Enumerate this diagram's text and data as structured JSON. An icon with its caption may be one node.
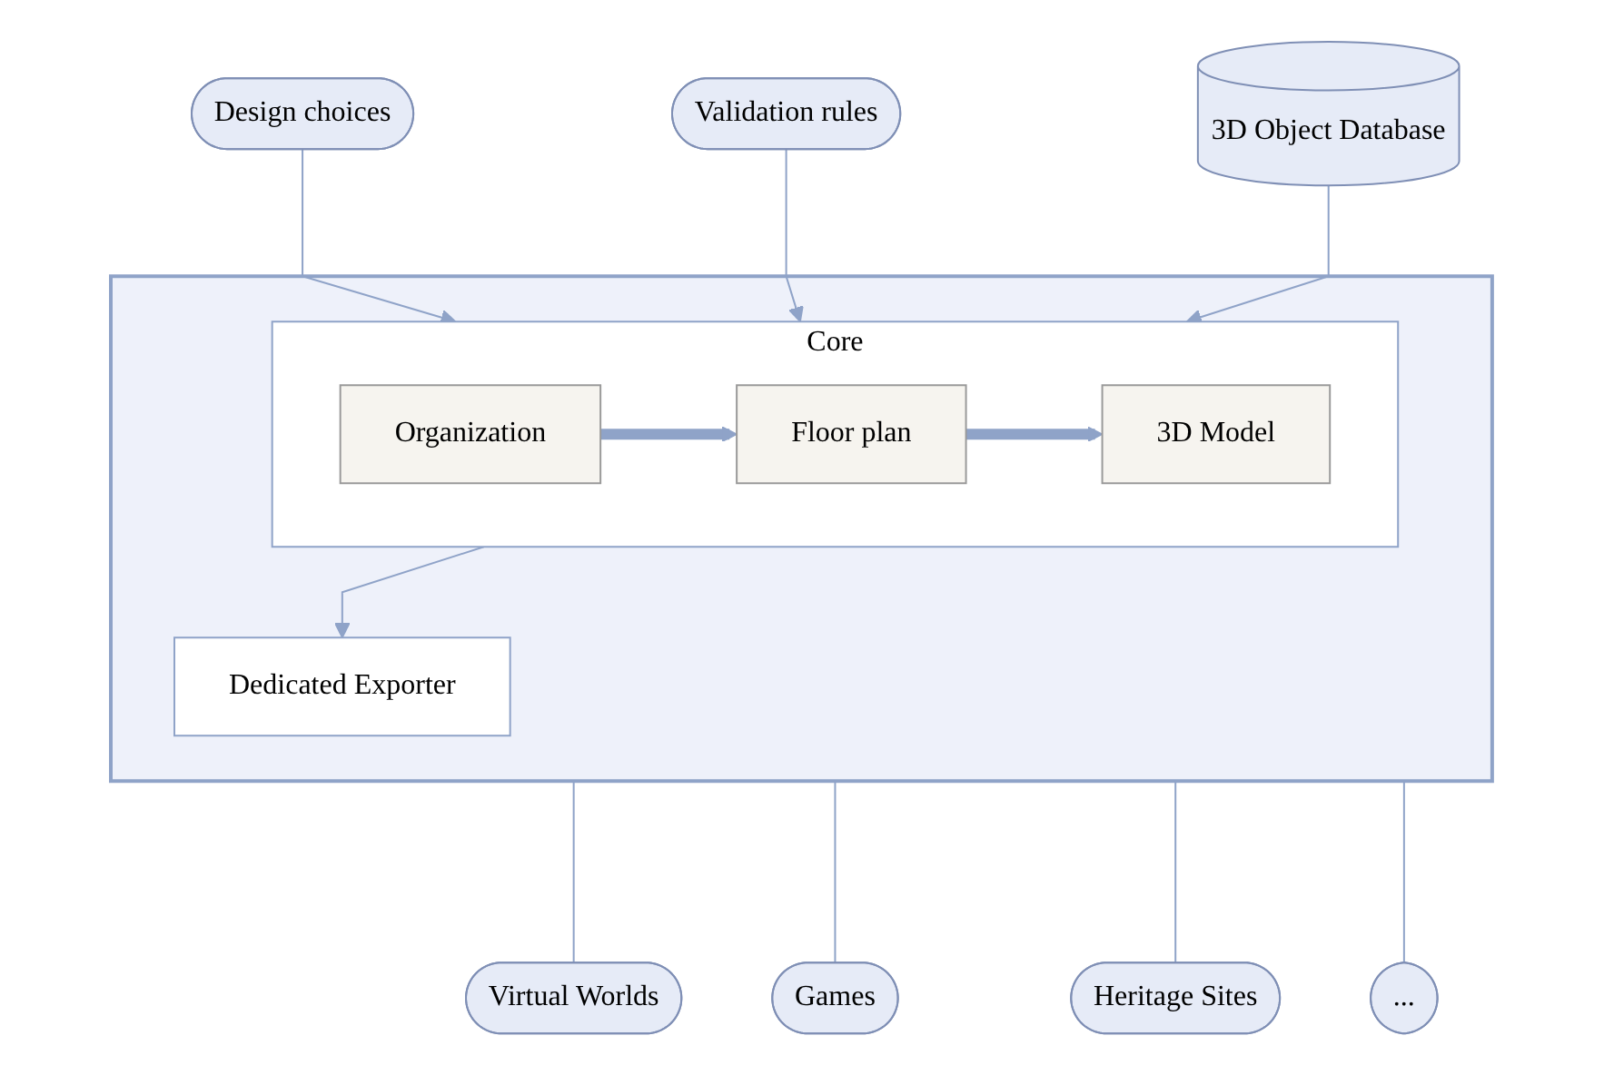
{
  "diagram": {
    "nodes": [
      {
        "text": [
          "Design choices"
        ]
      },
      {
        "text": [
          "Validation rules"
        ]
      },
      {
        "text": [],
        "shape": "box"
      },
      {
        "text": [
          "Core"
        ],
        "in": 2
      },
      {
        "text": [
          "Organization"
        ],
        "in": 3
      },
      {
        "text": [
          "Floor plan"
        ],
        "in": 3
      },
      {
        "text": [
          "3D Model"
        ],
        "in": 3
      },
      {
        "text": [
          "Dedicated Exporter"
        ],
        "in": 2
      },
      {
        "text": [
          "3D Object Database"
        ]
      },
      {
        "text": [
          "Virtual Worlds"
        ]
      },
      {
        "text": [
          "Games"
        ]
      },
      {
        "text": [
          "Heritage Sites"
        ]
      },
      {
        "text": [
          "..."
        ]
      }
    ],
    "edges": [
      {
        "from": 0,
        "to": 3,
        "arrow": "to"
      },
      {
        "from": 1,
        "to": 3,
        "arrow": "to"
      },
      {
        "from": 4,
        "to": 5,
        "arrow": "to",
        "style": "thick"
      },
      {
        "from": 5,
        "to": 6,
        "arrow": "to",
        "style": "thick"
      },
      {
        "from": 8,
        "to": 3,
        "arrow": "to"
      },
      {
        "from": 3,
        "to": 7,
        "arrow": "to"
      },
      {
        "from": 2,
        "to": 9,
        "arrow": "none"
      },
      {
        "from": 2,
        "to": 10,
        "arrow": "none"
      },
      {
        "from": 2,
        "to": 11,
        "arrow": "none"
      },
      {
        "from": 2,
        "to": 12,
        "arrow": "none"
      }
    ]
  }
}
